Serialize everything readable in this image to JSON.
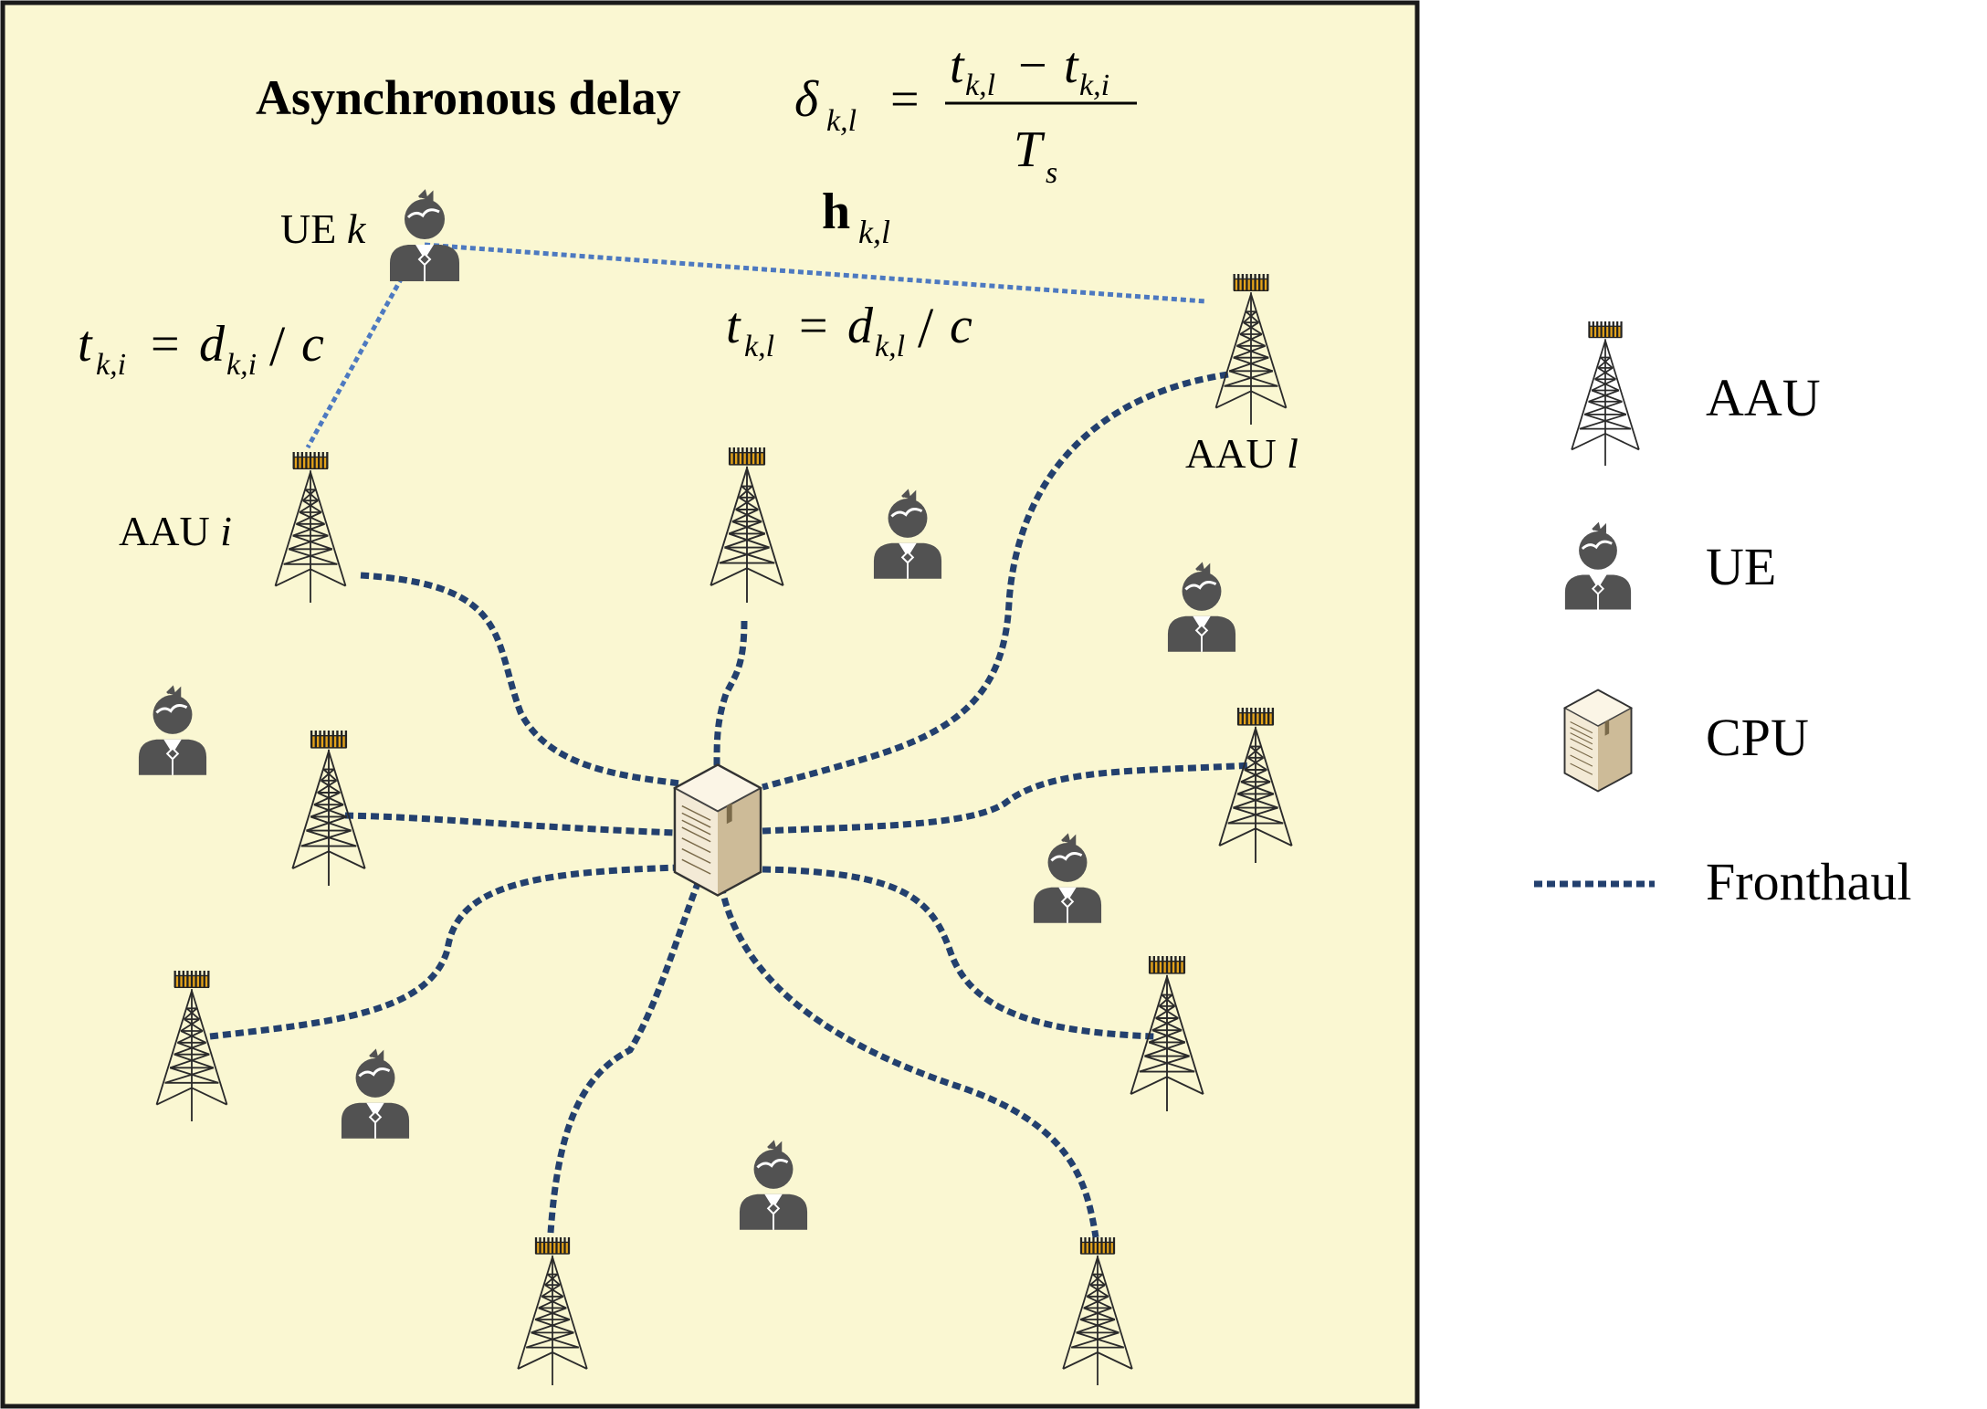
{
  "title": "Asynchronous delay",
  "formulas": {
    "delta": {
      "sym": "δ",
      "sub": "k,l",
      "eq": "=",
      "num_a": "t",
      "num_a_sub": "k,l",
      "minus": "−",
      "num_b": "t",
      "num_b_sub": "k,i",
      "den": "T",
      "den_sub": "s"
    },
    "channel": {
      "sym": "h",
      "sub": "k,l"
    },
    "tki": {
      "t": "t",
      "t_sub": "k,i",
      "eq": "=",
      "d": "d",
      "d_sub": "k,i",
      "slash": "/",
      "c": "c"
    },
    "tkl": {
      "t": "t",
      "t_sub": "k,l",
      "eq": "=",
      "d": "d",
      "d_sub": "k,l",
      "slash": "/",
      "c": "c"
    }
  },
  "labels": {
    "ue_k": {
      "text": "UE ",
      "var": "k"
    },
    "aau_i": {
      "text": "AAU ",
      "var": "i"
    },
    "aau_l": {
      "text": "AAU ",
      "var": "l"
    }
  },
  "legend": {
    "aau": "AAU",
    "ue": "UE",
    "cpu": "CPU",
    "fronthaul": "Fronthaul"
  },
  "colors": {
    "panel_bg": "#faf7d2",
    "panel_border": "#1a1a1a",
    "fronthaul": "#23406e",
    "link": "#4d79c0",
    "person": "#525252",
    "tower": "#2b2b2b",
    "antenna": "#e3a21a"
  },
  "icons": {
    "aau": "antenna-tower-icon",
    "ue": "user-icon",
    "cpu": "server-icon"
  }
}
